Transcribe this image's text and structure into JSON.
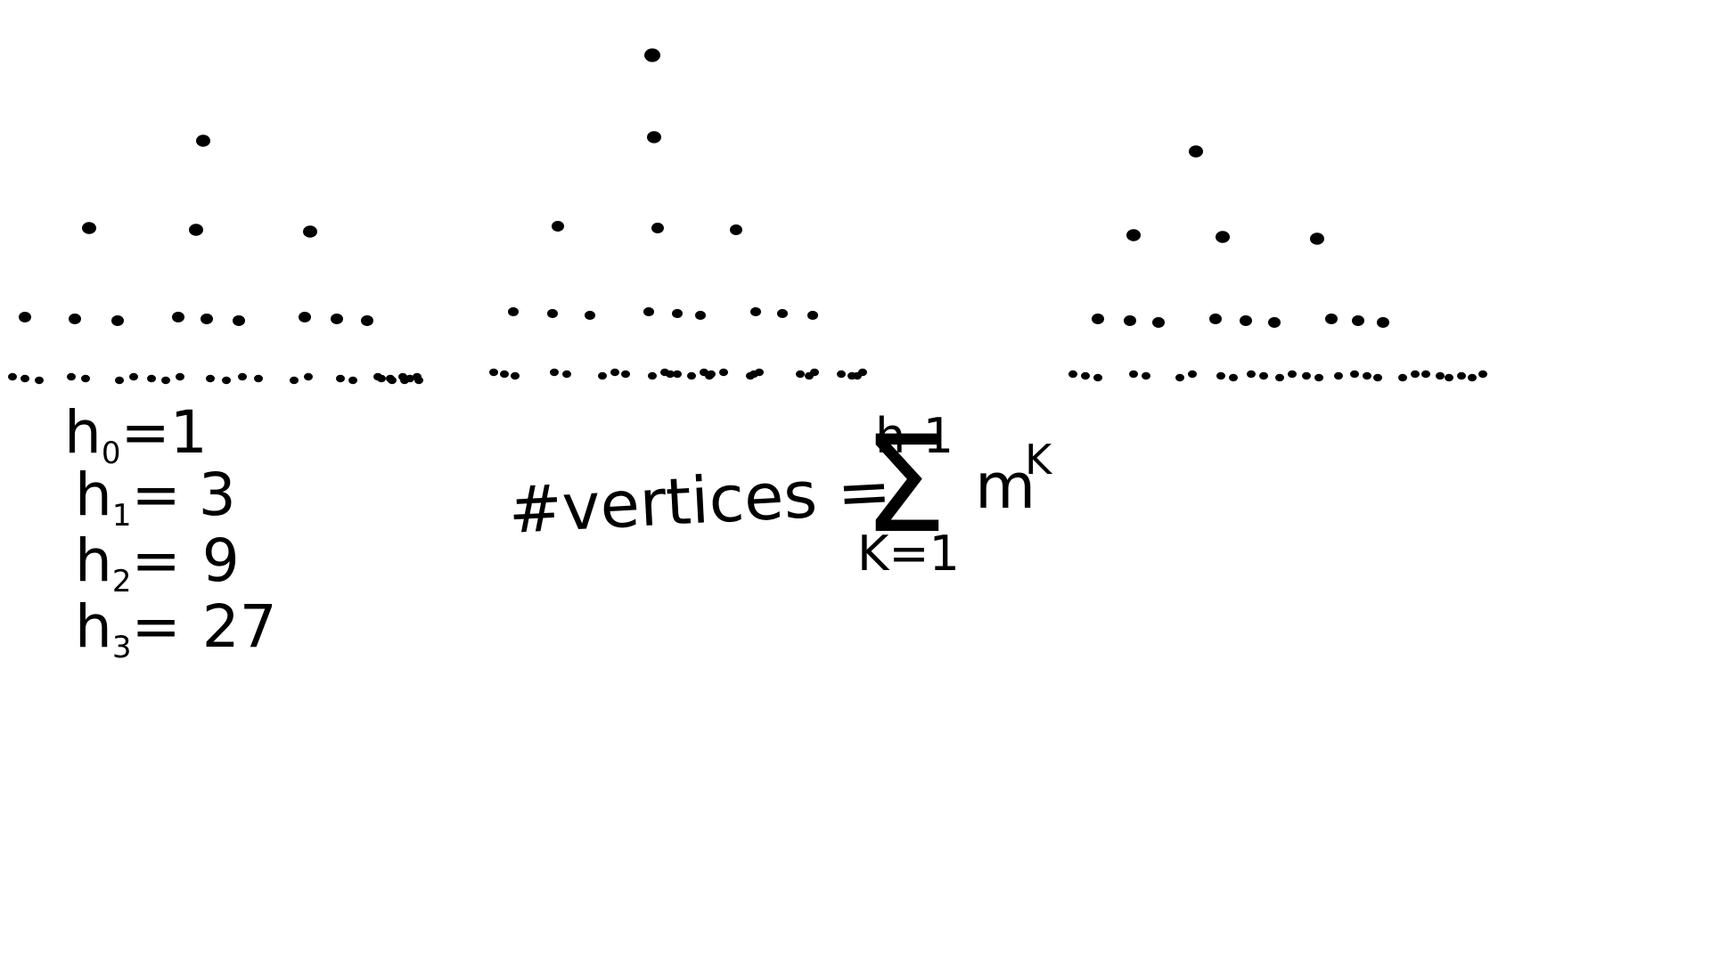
{
  "trees": [
    {
      "name": "left",
      "levels": [
        1,
        3,
        9,
        27
      ]
    },
    {
      "name": "middle",
      "levels": [
        1,
        1,
        3,
        9,
        27
      ]
    },
    {
      "name": "right",
      "levels": [
        1,
        3,
        9,
        27
      ]
    }
  ],
  "level_counts": [
    {
      "symbol": "h",
      "index": "0",
      "eq": "=",
      "value": "1"
    },
    {
      "symbol": "h",
      "index": "1",
      "eq": "=",
      "value": "3"
    },
    {
      "symbol": "h",
      "index": "2",
      "eq": "=",
      "value": "9"
    },
    {
      "symbol": "h",
      "index": "3",
      "eq": "=",
      "value": "27"
    }
  ],
  "formula": {
    "lhs": "#vertices =",
    "sigma": "Σ",
    "upper": "h-1",
    "lower": "K=1",
    "base": "m",
    "exponent": "K"
  },
  "colors": {
    "ink": "#000000",
    "background": "#ffffff"
  }
}
